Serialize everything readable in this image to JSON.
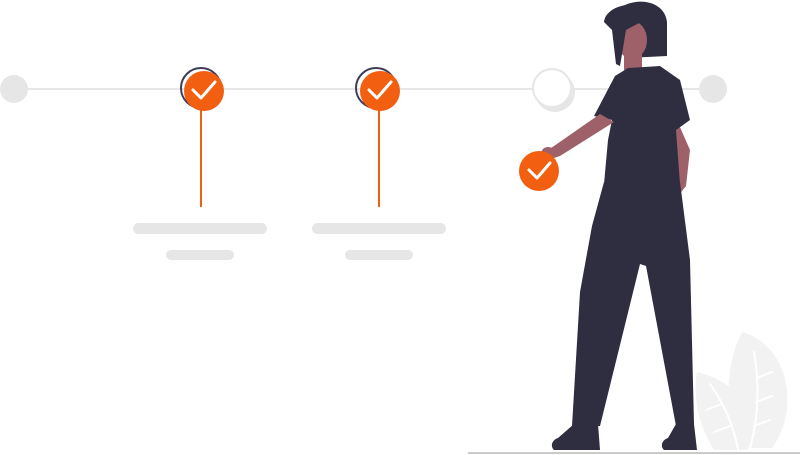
{
  "illustration": {
    "subject": "progress-timeline-with-person",
    "colors": {
      "accent": "#f25f10",
      "accent_shadow": "#3f3d56",
      "track": "#e6e6e6",
      "node_inactive": "#e6e6e6",
      "check_mark": "#ffffff",
      "outfit": "#2f2e41",
      "skin": "#9e616a",
      "hair": "#2f2e41",
      "plant": "#f2f2f2"
    },
    "timeline": {
      "steps": [
        {
          "status": "start"
        },
        {
          "status": "completed"
        },
        {
          "status": "completed"
        },
        {
          "status": "pending"
        },
        {
          "status": "end"
        }
      ],
      "completed_count": 2,
      "total_milestones": 3
    },
    "held_badge": {
      "icon": "check-icon",
      "status": "completed"
    },
    "icons": [
      "check-icon"
    ]
  }
}
